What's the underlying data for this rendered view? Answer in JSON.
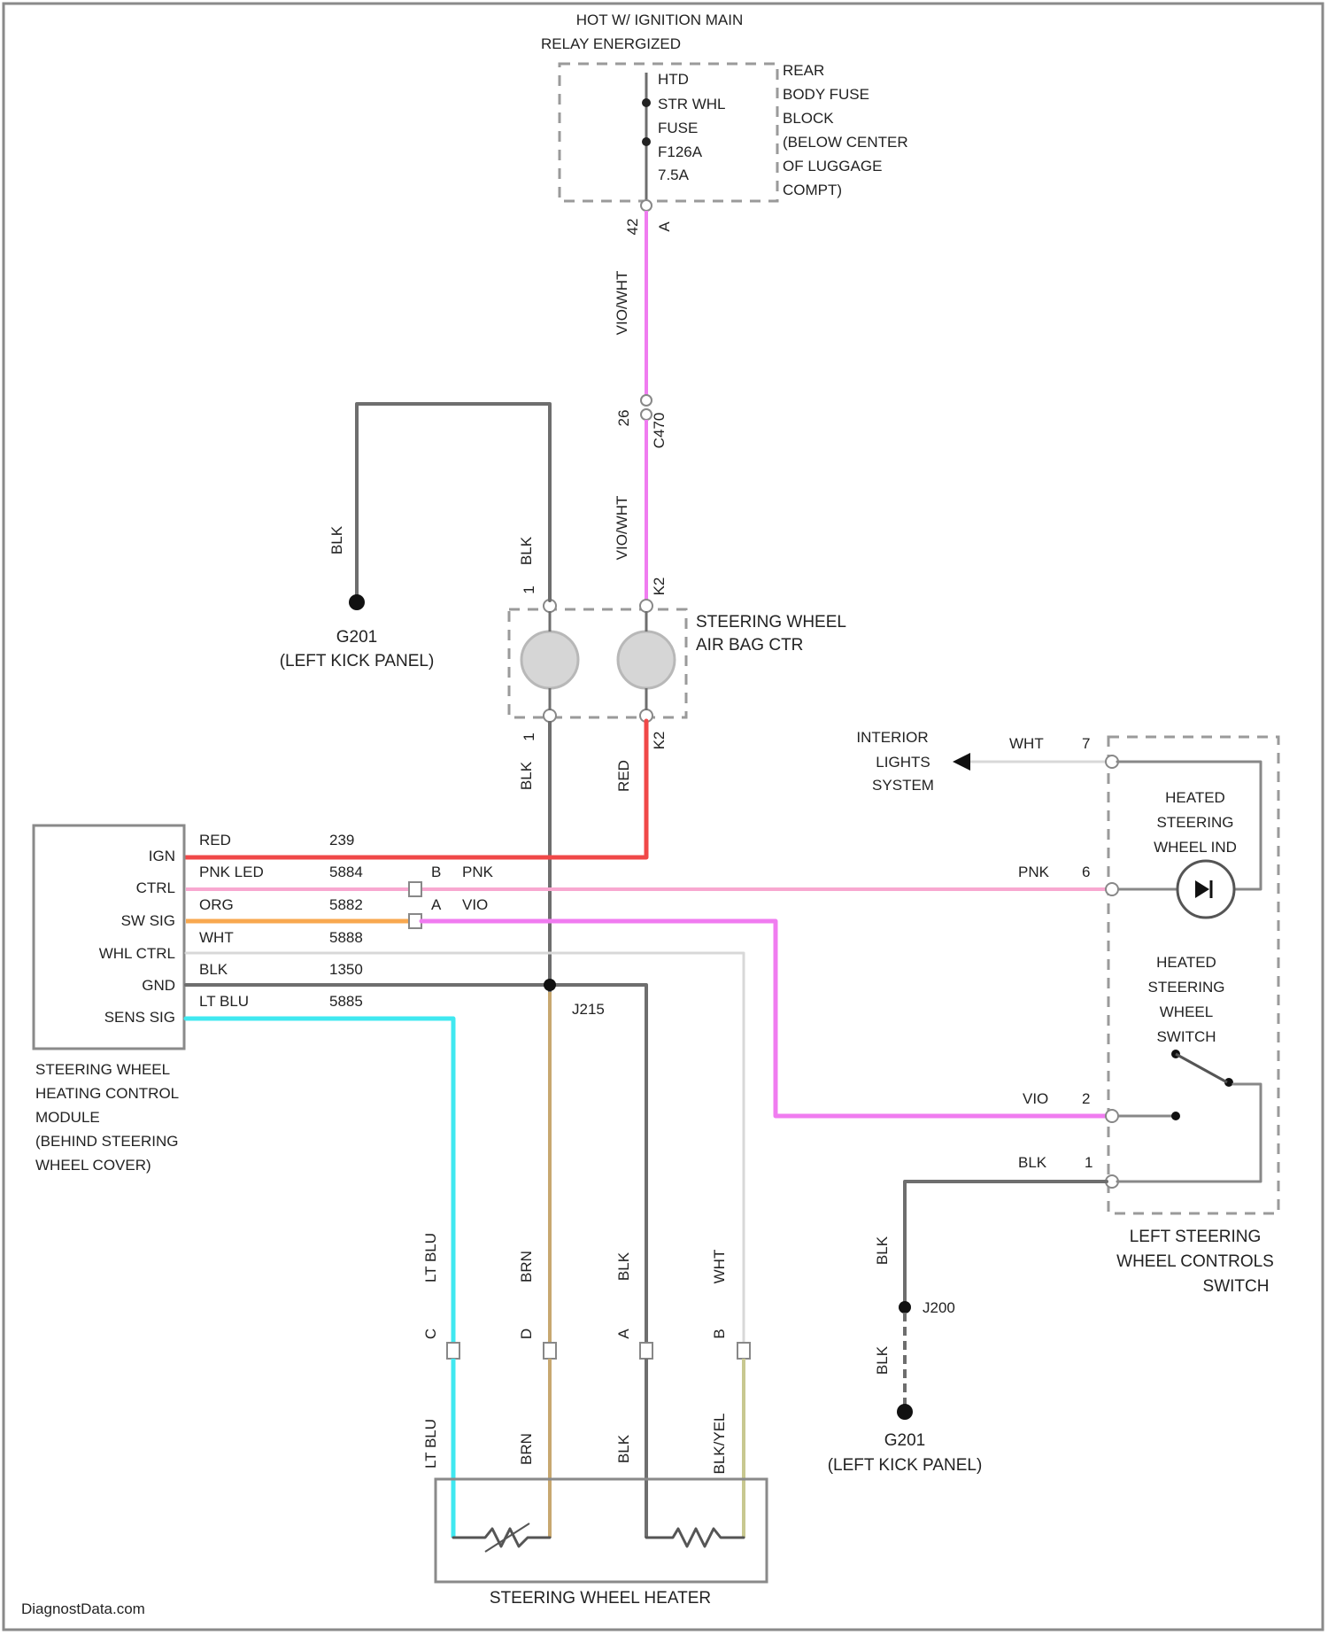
{
  "colors": {
    "violet": "#f07cf0",
    "red": "#f04848",
    "pink": "#f8a8d0",
    "orange": "#f8a850",
    "white": "#d8d8d8",
    "black": "#6e6e6e",
    "lt_blue": "#40e8f0",
    "brown": "#c8a870",
    "frame": "#8a8a8a"
  },
  "top_source": {
    "line1": "HOT W/ IGNITION MAIN",
    "line2": "RELAY ENERGIZED"
  },
  "fuse": {
    "lines": [
      "HTD",
      "STR WHL",
      "FUSE",
      "F126A",
      "7.5A"
    ],
    "location": [
      "REAR",
      "BODY FUSE",
      "BLOCK",
      "(BELOW CENTER",
      "OF LUGGAGE",
      "COMPT)"
    ],
    "pin": "42",
    "pin2": "A"
  },
  "wire_violet_top": {
    "color_label": "VIO/WHT"
  },
  "inline_conn": {
    "pin": "26",
    "code": "C470"
  },
  "wire_violet_mid": {
    "color_label": "VIO/WHT"
  },
  "clockspring": {
    "label1": "STEERING WHEEL",
    "label2": "AIR BAG CTR",
    "pin_top_left": "1",
    "pin_top_right": "K2",
    "pin_bottom_left": "1",
    "pin_bottom_right": "K2"
  },
  "ground_left": {
    "wire": "BLK",
    "id": "G201",
    "location": "(LEFT KICK PANEL)"
  },
  "wire_blk_top": {
    "label": "BLK"
  },
  "wire_blk_mid": {
    "label": "BLK"
  },
  "wire_red_mid": {
    "label": "RED"
  },
  "module": {
    "pins": [
      "IGN",
      "CTRL",
      "SW SIG",
      "WHL CTRL",
      "GND",
      "SENS SIG"
    ],
    "name": [
      "STEERING WHEEL",
      "HEATING CONTROL",
      "MODULE",
      "(BEHIND STEERING",
      "WHEEL COVER)"
    ]
  },
  "module_wires": [
    {
      "color": "RED",
      "circuit": "239"
    },
    {
      "color": "PNK LED",
      "circuit": "5884"
    },
    {
      "color": "ORG",
      "circuit": "5882"
    },
    {
      "color": "WHT",
      "circuit": "5888"
    },
    {
      "color": "BLK",
      "circuit": "1350"
    },
    {
      "color": "LT BLU",
      "circuit": "5885"
    }
  ],
  "conn_b": {
    "pin": "B",
    "color": "PNK"
  },
  "conn_a": {
    "pin": "A",
    "color": "VIO"
  },
  "splice_j": {
    "id": "J215"
  },
  "interior": {
    "lines": [
      "INTERIOR",
      "LIGHTS",
      "SYSTEM"
    ],
    "wire": "WHT",
    "pin": "7"
  },
  "switch_box": {
    "indicator": [
      "HEATED",
      "STEERING",
      "WHEEL IND"
    ],
    "switch": [
      "HEATED",
      "STEERING",
      "WHEEL",
      "SWITCH"
    ],
    "name": [
      "LEFT STEERING",
      "WHEEL CONTROLS",
      "SWITCH"
    ],
    "pnk_wire": "PNK",
    "pnk_pin": "6",
    "vio_wire": "VIO",
    "vio_pin": "2",
    "blk_wire": "BLK",
    "blk_pin": "1"
  },
  "ground_right": {
    "wire_top": "BLK",
    "splice": "J200",
    "wire_bottom": "BLK",
    "id": "G201",
    "location": "(LEFT KICK PANEL)"
  },
  "heater_conn": {
    "wires_top": [
      "LT BLU",
      "BRN",
      "BLK",
      "WHT"
    ],
    "pins": [
      "C",
      "D",
      "A",
      "B"
    ],
    "wires_bottom": [
      "LT BLU",
      "BRN",
      "BLK",
      "BLK/YEL"
    ]
  },
  "heater": {
    "name": "STEERING WHEEL HEATER"
  },
  "watermark": "DiagnostData.com"
}
